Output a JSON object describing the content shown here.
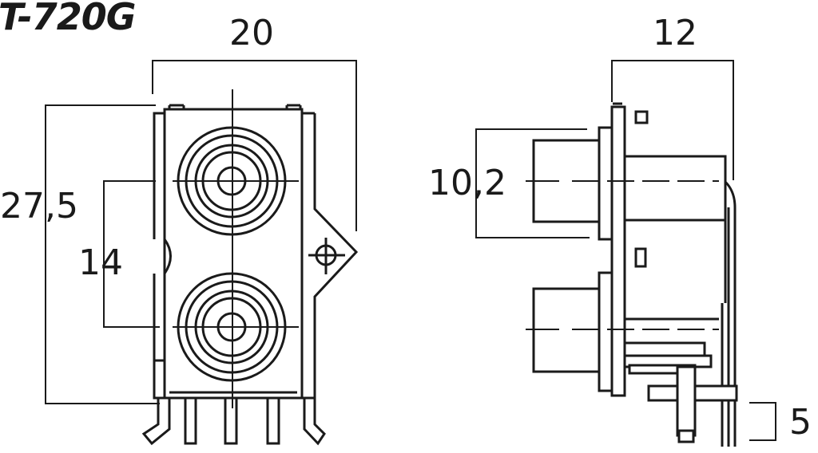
{
  "title": "T-720G",
  "dimensions": {
    "width": "20",
    "height": "27,5",
    "spacing": "14",
    "depth": "12",
    "jack": "10,2",
    "pin": "5"
  },
  "colors": {
    "line": "#1a1a1a",
    "background": "#ffffff"
  }
}
